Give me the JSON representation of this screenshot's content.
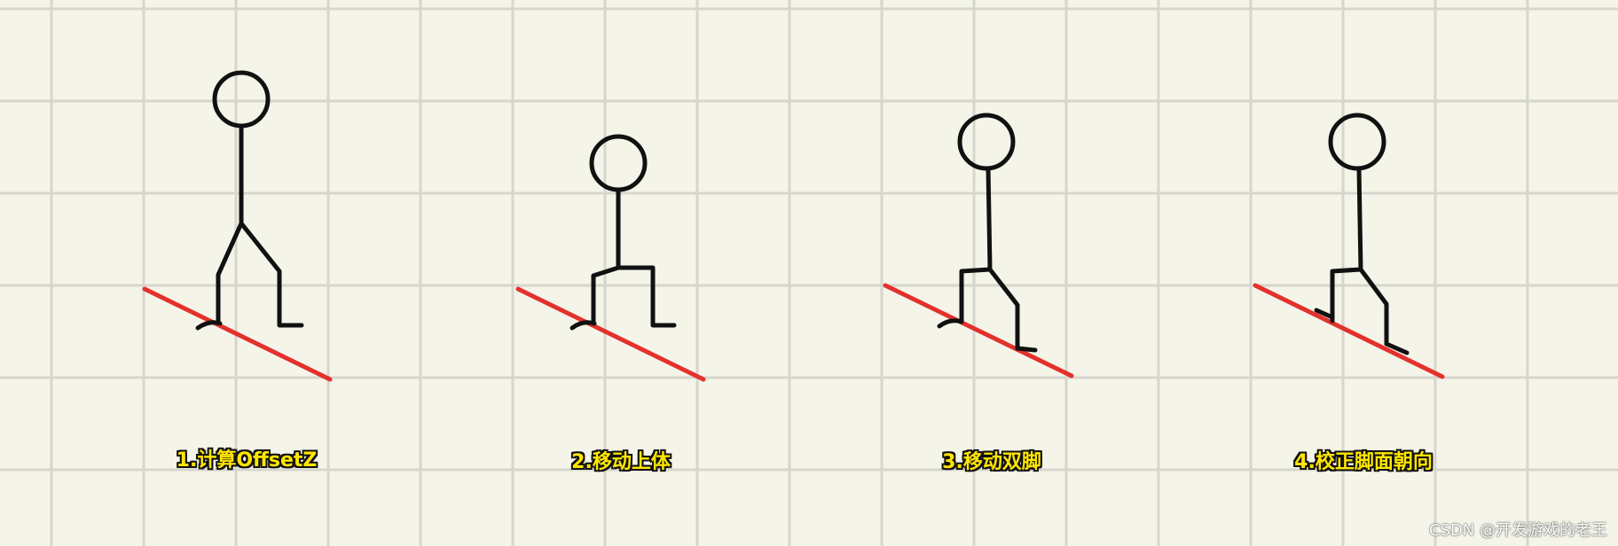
{
  "colors": {
    "background": "#f5f4e9",
    "grid": "#d6d6cd",
    "stroke": "#111111",
    "slope": "#e3312d",
    "caption_fill": "#ffe600"
  },
  "figures": [
    {
      "id": 1,
      "caption": "1.计算OffsetZ"
    },
    {
      "id": 2,
      "caption": "2.移动上体"
    },
    {
      "id": 3,
      "caption": "3.移动双脚"
    },
    {
      "id": 4,
      "caption": "4.校正脚面朝向"
    }
  ],
  "watermark": "CSDN @开发游戏的老王"
}
